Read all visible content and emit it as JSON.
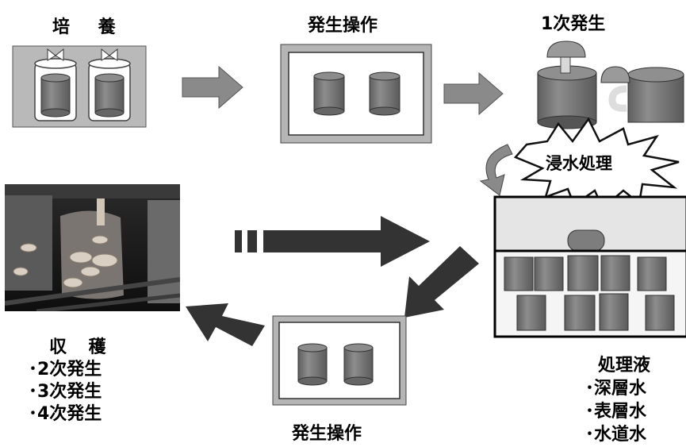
{
  "labels": {
    "culture": "培 養",
    "fruiting_op_top": "発生操作",
    "first_flush": "1次発生",
    "soaking": "浸水処理",
    "fruiting_op_bottom": "発生操作"
  },
  "harvest": {
    "title": "収 穫",
    "items": [
      "･2次発生",
      "･3次発生",
      "･4次発生"
    ]
  },
  "solution": {
    "title": "処理液",
    "items": [
      "･深層水",
      "･表層水",
      "･水道水"
    ]
  },
  "colors": {
    "box_fill": "#b9b9b9",
    "cylinder": "#7b7b7b",
    "arrow": "#8a8a8a",
    "dark_arrow": "#333333"
  }
}
